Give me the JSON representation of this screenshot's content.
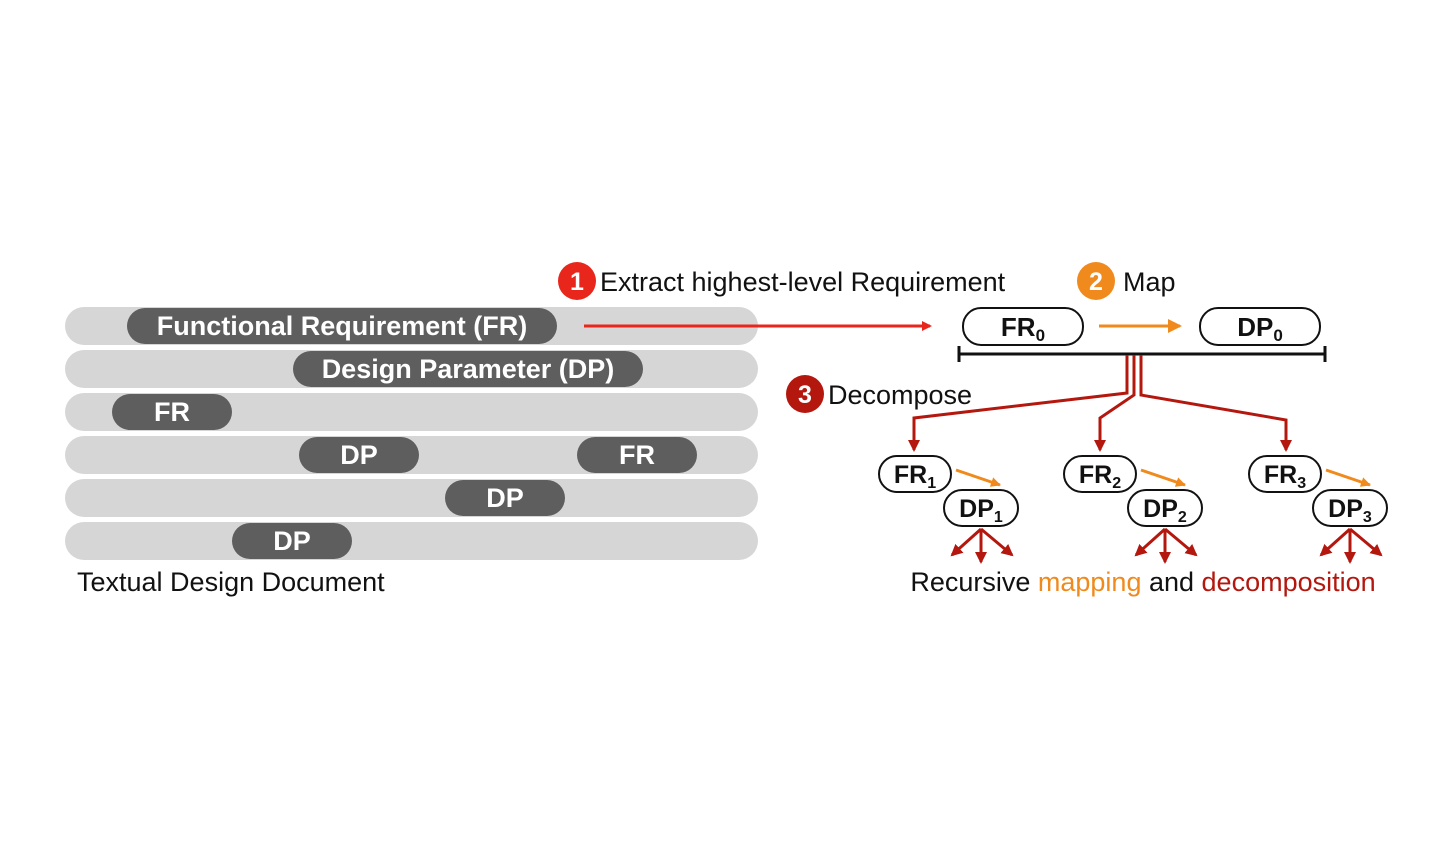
{
  "document": {
    "caption": "Textual Design Document",
    "chips": {
      "fr_main": "Functional Requirement (FR)",
      "dp_main": "Design Parameter (DP)",
      "fr": "FR",
      "dp": "DP"
    }
  },
  "steps": [
    {
      "number": "1",
      "label": "Extract highest-level Requirement",
      "color": "#e8261c"
    },
    {
      "number": "2",
      "label": "Map",
      "color": "#f08a1c"
    },
    {
      "number": "3",
      "label": "Decompose",
      "color": "#b3170e"
    }
  ],
  "nodes": {
    "fr": "FR",
    "dp": "DP",
    "root_sub": "0",
    "child_subs": [
      "1",
      "2",
      "3"
    ]
  },
  "footer": {
    "part1": "Recursive ",
    "part2": "mapping",
    "part3": " and ",
    "part4": "decomposition"
  },
  "colors": {
    "extract": "#e8261c",
    "map": "#f08a1c",
    "decompose": "#b3170e",
    "chip": "#5e5e5e",
    "bar": "#d6d6d6"
  }
}
